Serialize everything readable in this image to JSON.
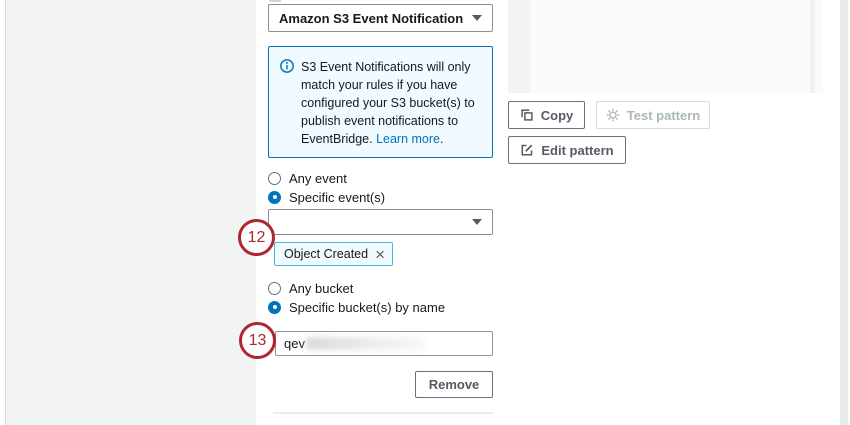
{
  "colors": {
    "accent_blue": "#0073bb",
    "info_box_bg": "#f1faff",
    "tag_border": "#44b9d6",
    "tag_bg": "#f1fafc",
    "annotation_red": "#b0262e",
    "button_text": "#545b64",
    "disabled_text": "#aab7b8",
    "panel_gray": "#f2f3f3"
  },
  "annotations": {
    "step12": "12",
    "step13": "13"
  },
  "form": {
    "source_select": {
      "value": "Amazon S3 Event Notification"
    },
    "info_box": {
      "icon": "info-icon",
      "text": "S3 Event Notifications will only match your rules if you have configured your S3 bucket(s) to publish event notifications to EventBridge.",
      "link_label": "Learn more",
      "suffix": "."
    },
    "event_type": {
      "any_label": "Any event",
      "specific_label": "Specific event(s)",
      "selected": "Specific event(s)",
      "dropdown_value": "",
      "tag_label": "Object Created",
      "tag_dismiss_icon": "close-icon"
    },
    "bucket": {
      "any_label": "Any bucket",
      "specific_label": "Specific bucket(s) by name",
      "selected": "Specific bucket(s) by name",
      "name_value": "qev"
    },
    "remove_label": "Remove"
  },
  "pattern_actions": {
    "copy_label": "Copy",
    "test_label": "Test pattern",
    "test_disabled": true,
    "edit_label": "Edit pattern"
  }
}
